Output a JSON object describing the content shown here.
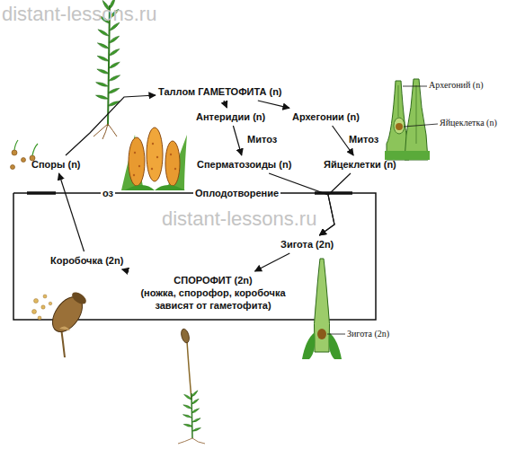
{
  "diagram": {
    "nodes": [
      {
        "text": [
          "Таллом ГАМЕТОФИТА (n)"
        ]
      },
      {
        "text": [
          "Антеридии (n)"
        ]
      },
      {
        "text": [
          "Архегонии (n)"
        ]
      },
      {
        "text": [
          "Сперматозоиды (n)"
        ]
      },
      {
        "text": [
          "Яйцеклетки (n)"
        ]
      },
      {
        "text": [
          "Споры (n)"
        ]
      },
      {
        "text": [
          "Зигота (2n)"
        ]
      },
      {
        "text": [
          "СПОРОФИТ (2n)",
          "(ножка, спорофор, коробочка зависят от гаметофита)"
        ]
      },
      {
        "text": [
          "Коробочка (2n)"
        ]
      }
    ],
    "edges": [
      {
        "from": 5,
        "to": 0,
        "arrow": "to"
      },
      {
        "from": 0,
        "to": 1,
        "arrow": "to"
      },
      {
        "from": 0,
        "to": 2,
        "arrow": "to"
      },
      {
        "from": 1,
        "to": 3,
        "label": "Митоз",
        "arrow": "to"
      },
      {
        "from": 2,
        "to": 4,
        "label": "Митоз",
        "arrow": "to"
      },
      {
        "from": 3,
        "to": 6,
        "arrow": "to"
      },
      {
        "from": 4,
        "to": 6,
        "arrow": "to"
      },
      {
        "from": 6,
        "to": 7,
        "arrow": "to"
      },
      {
        "from": 7,
        "to": 8,
        "arrow": "to"
      },
      {
        "from": 8,
        "to": 5,
        "arrow": "to"
      }
    ],
    "labels": [
      "distant-lessons.ru",
      "distant-lessons.ru",
      "оз",
      "Оплодотворение",
      "Архегоний (n)",
      "Яйцеклетка (n)",
      "Зигота (2n)"
    ]
  }
}
